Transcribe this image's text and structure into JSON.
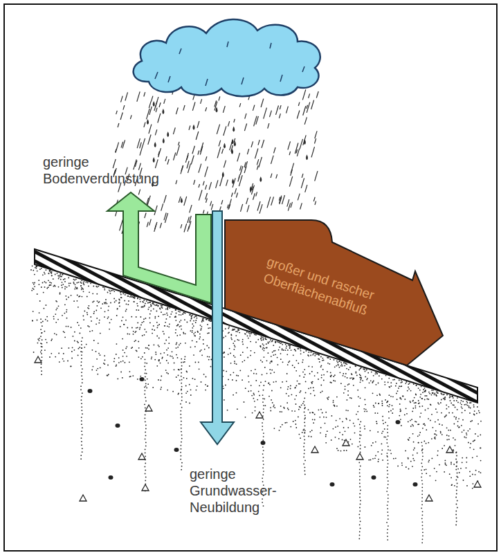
{
  "diagram": {
    "nodes": [
      {
        "text": [
          "großer und rascher Oberflächenabfluß"
        ]
      }
    ],
    "labels": [
      "geringe Bodenverdunstung",
      "geringe Grundwasser-Neubildung"
    ]
  }
}
